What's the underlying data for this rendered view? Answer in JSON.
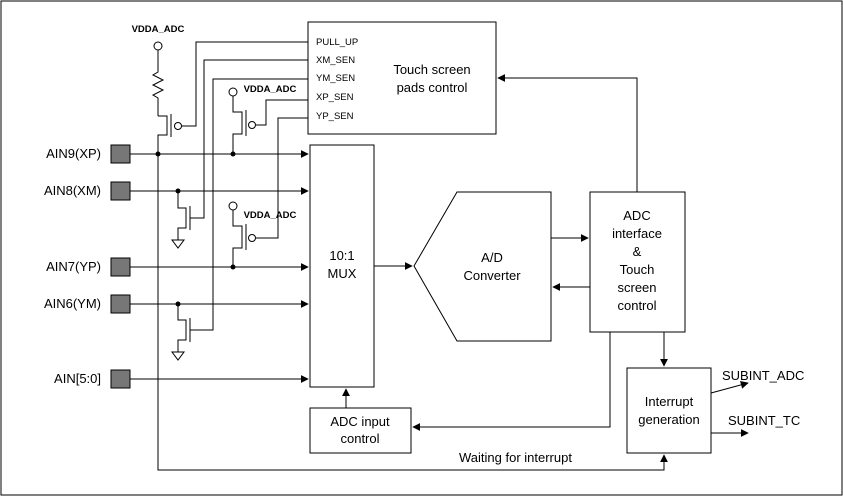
{
  "pins": [
    "AIN9(XP)",
    "AIN8(XM)",
    "AIN7(YP)",
    "AIN6(YM)",
    "AIN[5:0]"
  ],
  "supply_labels": [
    "VDDA_ADC",
    "VDDA_ADC",
    "VDDA_ADC"
  ],
  "pads_control": {
    "title_line1": "Touch screen",
    "title_line2": "pads control",
    "signals": [
      "PULL_UP",
      "XM_SEN",
      "YM_SEN",
      "XP_SEN",
      "YP_SEN"
    ]
  },
  "mux": {
    "line1": "10:1",
    "line2": "MUX"
  },
  "converter": {
    "line1": "A/D",
    "line2": "Converter"
  },
  "adc_interface": {
    "lines": [
      "ADC",
      "interface",
      "&",
      "Touch",
      "screen",
      "control"
    ]
  },
  "adc_input_control": {
    "line1": "ADC input",
    "line2": "control"
  },
  "interrupt_generation": {
    "line1": "Interrupt",
    "line2": "generation"
  },
  "outputs": {
    "adc": "SUBINT_ADC",
    "tc": "SUBINT_TC"
  },
  "waiting_label": "Waiting for interrupt"
}
